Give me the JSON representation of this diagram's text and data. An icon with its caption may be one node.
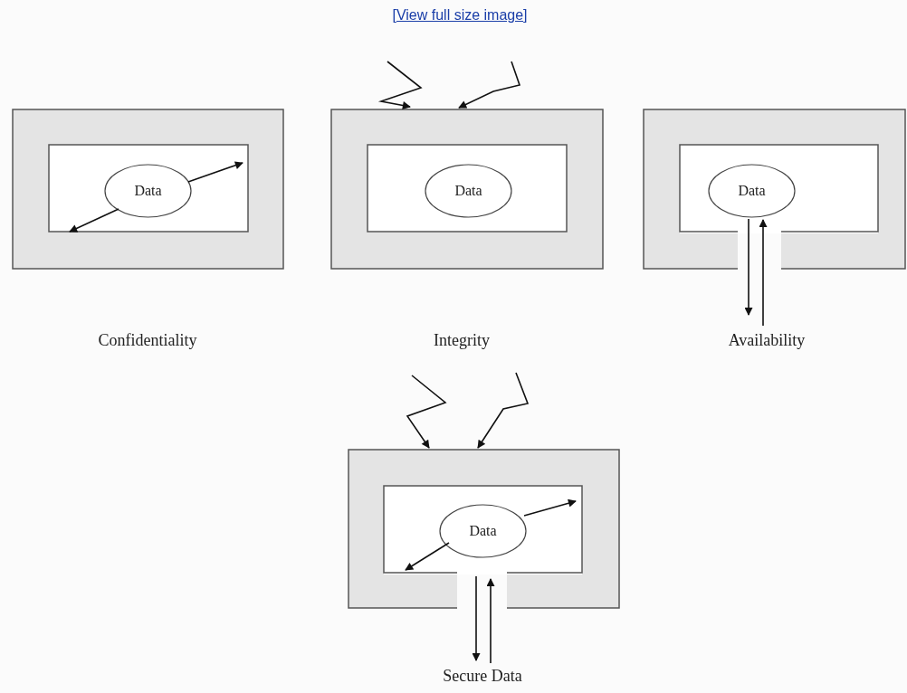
{
  "diagram": {
    "nodes": [
      {
        "text": [],
        "shape": "box",
        "beside": [
          "Confidentiality"
        ]
      },
      {
        "text": [],
        "shape": "box",
        "in": 0
      },
      {
        "text": [
          "Data"
        ],
        "in": 1
      },
      {
        "text": [],
        "shape": "box",
        "beside": [
          "Integrity"
        ]
      },
      {
        "text": [],
        "shape": "box",
        "in": 3
      },
      {
        "text": [
          "Data"
        ],
        "in": 4
      },
      {
        "text": [],
        "shape": "box",
        "beside": [
          "Availability"
        ]
      },
      {
        "text": [],
        "shape": "box",
        "in": 6
      },
      {
        "text": [
          "Data"
        ],
        "in": 7
      },
      {
        "text": [],
        "shape": "box",
        "beside": [
          "Secure Data"
        ]
      },
      {
        "text": [],
        "shape": "box",
        "in": 9
      },
      {
        "text": [
          "Data"
        ],
        "in": 10
      }
    ],
    "edges": [
      {
        "from": 2,
        "to": null,
        "arrow": "to"
      },
      {
        "from": 2,
        "to": null,
        "arrow": "to"
      },
      {
        "from": null,
        "to": 3,
        "arrow": "to"
      },
      {
        "from": null,
        "to": 3,
        "arrow": "to"
      },
      {
        "from": 8,
        "to": null,
        "arrow": "to"
      },
      {
        "from": null,
        "to": 8,
        "arrow": "to"
      },
      {
        "from": null,
        "to": 9,
        "arrow": "to"
      },
      {
        "from": null,
        "to": 9,
        "arrow": "to"
      },
      {
        "from": 11,
        "to": null,
        "arrow": "to"
      },
      {
        "from": 11,
        "to": null,
        "arrow": "to"
      },
      {
        "from": 11,
        "to": null,
        "arrow": "to"
      },
      {
        "from": null,
        "to": 11,
        "arrow": "to"
      }
    ],
    "labels": [
      "[View full size image]"
    ]
  }
}
